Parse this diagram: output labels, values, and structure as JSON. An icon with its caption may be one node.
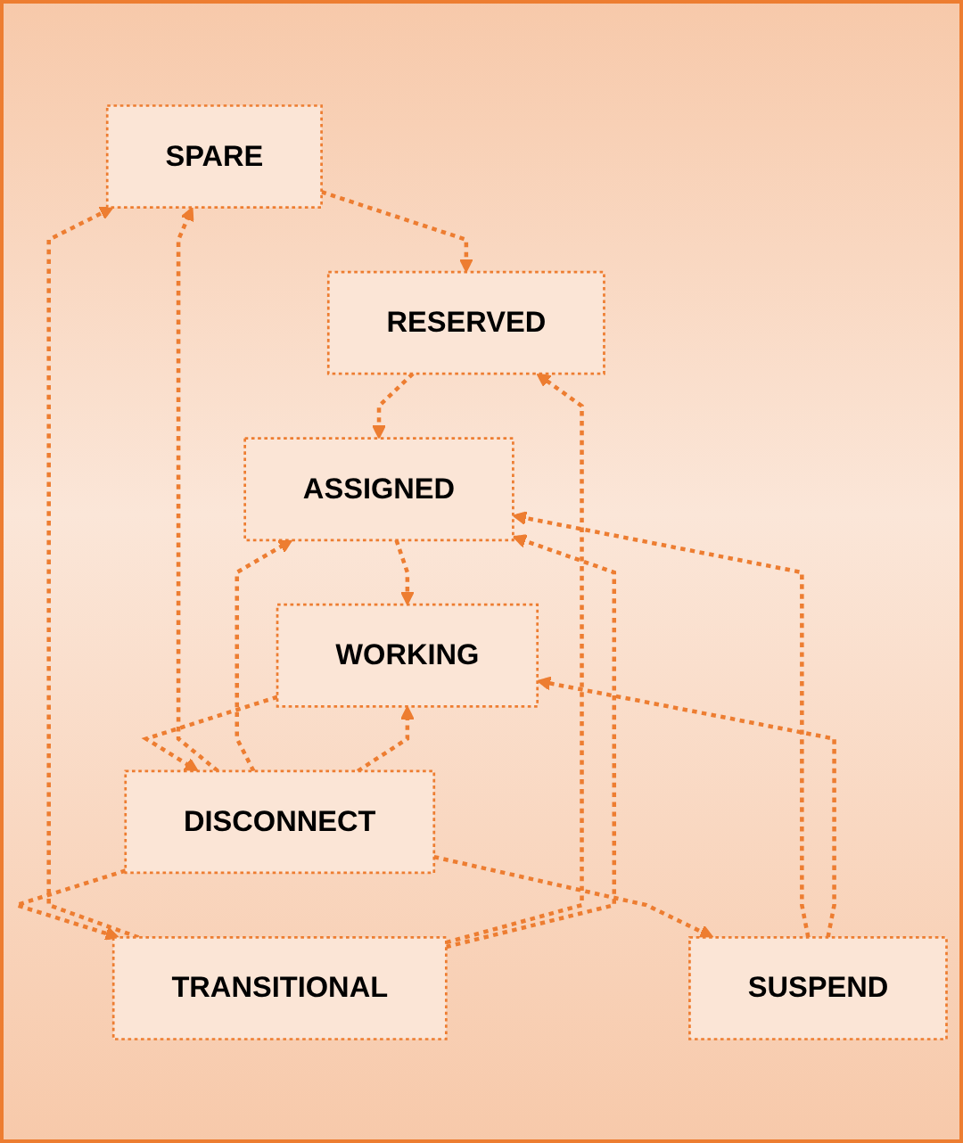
{
  "diagram": {
    "nodes": [
      {
        "text": [
          "SPARE"
        ]
      },
      {
        "text": [
          "RESERVED"
        ]
      },
      {
        "text": [
          "ASSIGNED"
        ]
      },
      {
        "text": [
          "WORKING"
        ]
      },
      {
        "text": [
          "DISCONNECT"
        ]
      },
      {
        "text": [
          "SUSPEND"
        ]
      },
      {
        "text": [
          "TRANSITIONAL"
        ]
      }
    ],
    "edges": [
      {
        "from": 0,
        "to": 1,
        "arrow": "to",
        "style": "dashed"
      },
      {
        "from": 1,
        "to": 2,
        "arrow": "to",
        "style": "dashed"
      },
      {
        "from": 2,
        "to": 3,
        "arrow": "to",
        "style": "dashed"
      },
      {
        "from": 3,
        "to": 4,
        "arrow": "to",
        "style": "dashed"
      },
      {
        "from": 4,
        "to": 6,
        "arrow": "to",
        "style": "dashed"
      },
      {
        "from": 4,
        "to": 5,
        "arrow": "to",
        "style": "dashed"
      },
      {
        "from": 5,
        "to": 2,
        "arrow": "to",
        "style": "dashed"
      },
      {
        "from": 5,
        "to": 3,
        "arrow": "to",
        "style": "dashed"
      },
      {
        "from": 4,
        "to": 0,
        "arrow": "to",
        "style": "dashed"
      },
      {
        "from": 4,
        "to": 2,
        "arrow": "to",
        "style": "dashed"
      },
      {
        "from": 4,
        "to": 3,
        "arrow": "to",
        "style": "dashed"
      },
      {
        "from": 6,
        "to": 0,
        "arrow": "to",
        "style": "dashed"
      },
      {
        "from": 6,
        "to": 1,
        "arrow": "to",
        "style": "dashed"
      },
      {
        "from": 6,
        "to": 2,
        "arrow": "to",
        "style": "dashed"
      }
    ]
  }
}
